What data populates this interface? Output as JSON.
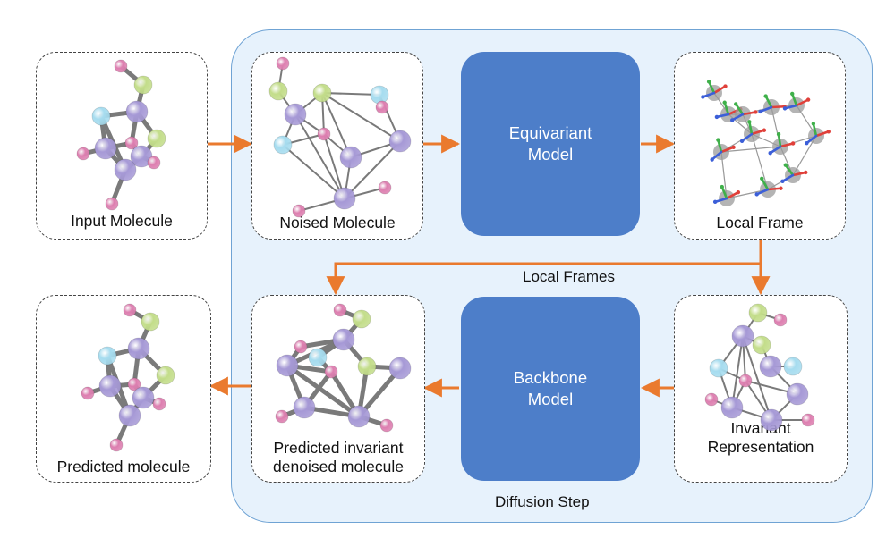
{
  "cards": {
    "input": "Input Molecule",
    "noised": "Noised Molecule",
    "local_frame": "Local Frame",
    "predicted": "Predicted molecule",
    "predicted_invariant": "Predicted invariant\ndenoised molecule",
    "invariant": "Invariant\nRepresentation"
  },
  "models": {
    "equivariant": "Equivariant\nModel",
    "backbone": "Backbone\nModel"
  },
  "flow": {
    "local_frames": "Local Frames",
    "diffusion_step": "Diffusion Step"
  },
  "colors": {
    "region_fill": "#e7f2fc",
    "region_border": "#6fa3d4",
    "model_fill": "#4d7ec9",
    "arrow": "#ea7a2e",
    "atom_purple": "#a699d6",
    "atom_pink": "#dd7fb0",
    "atom_green": "#c3dd8a",
    "atom_cyan": "#a6dcef",
    "frame_x": "#e0403a",
    "frame_y": "#3fb04a",
    "frame_z": "#3c5fd8"
  }
}
